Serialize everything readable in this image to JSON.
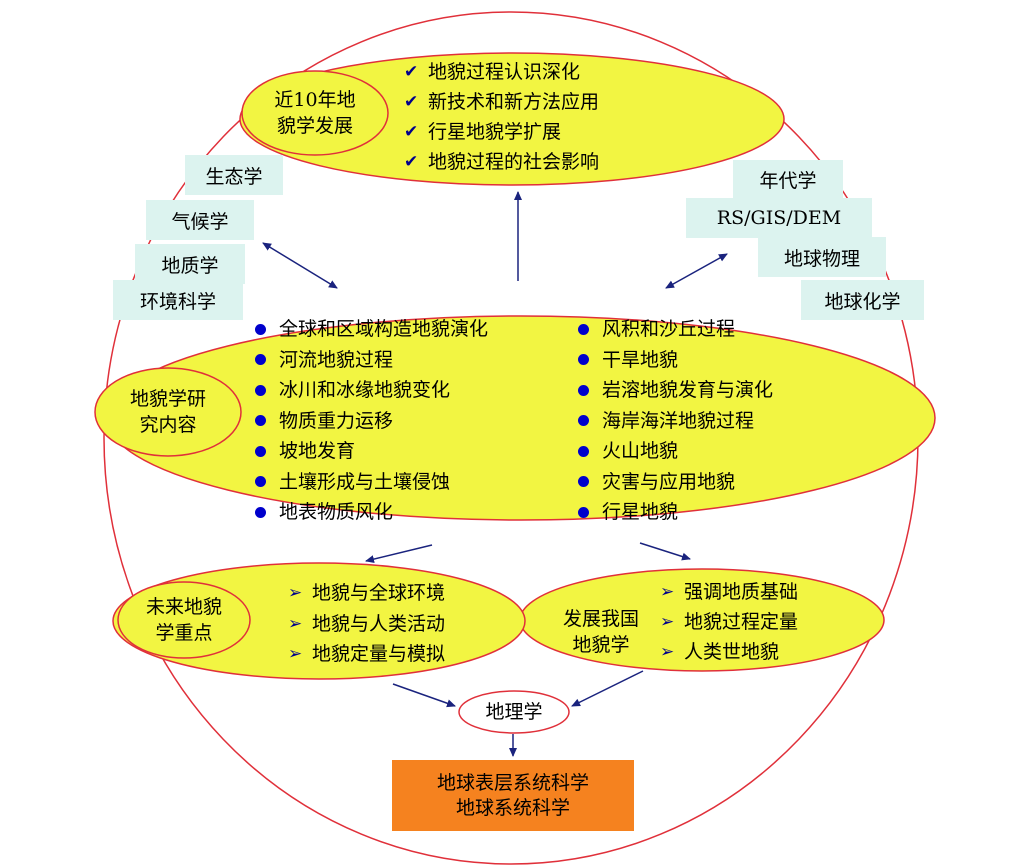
{
  "top": {
    "title": "近10年地\n貌学发展",
    "items": [
      "地貌过程认识深化",
      "新技术和新方法应用",
      "行星地貌学扩展",
      "地貌过程的社会影响"
    ]
  },
  "left_boxes": [
    "生态学",
    "气候学",
    "地质学",
    "环境科学"
  ],
  "right_boxes": [
    "年代学",
    "RS/GIS/DEM",
    "地球物理",
    "地球化学"
  ],
  "middle": {
    "title": "地貌学研\n究内容",
    "left_items": [
      "全球和区域构造地貌演化",
      "河流地貌过程",
      "冰川和冰缘地貌变化",
      "物质重力运移",
      "坡地发育",
      "土壤形成与土壤侵蚀",
      "地表物质风化"
    ],
    "right_items": [
      "风积和沙丘过程",
      "干旱地貌",
      "岩溶地貌发育与演化",
      "海岸海洋地貌过程",
      "火山地貌",
      "灾害与应用地貌",
      "行星地貌"
    ]
  },
  "bottom_left": {
    "title": "未来地貌\n学重点",
    "items": [
      "地貌与全球环境",
      "地貌与人类活动",
      "地貌定量与模拟"
    ]
  },
  "bottom_right": {
    "title": "发展我国\n地貌学",
    "items": [
      "强调地质基础",
      "地貌过程定量",
      "人类世地貌"
    ]
  },
  "geography": "地理学",
  "earth_science": {
    "line1": "地球表层系统科学",
    "line2": "地球系统科学"
  },
  "colors": {
    "ellipse_fill": "#f2f542",
    "outline": "#e0303a",
    "arrow": "#1a237e",
    "box_fill": "#dcf3ef",
    "final_fill": "#f5821f",
    "bullet": "#0000cc"
  }
}
